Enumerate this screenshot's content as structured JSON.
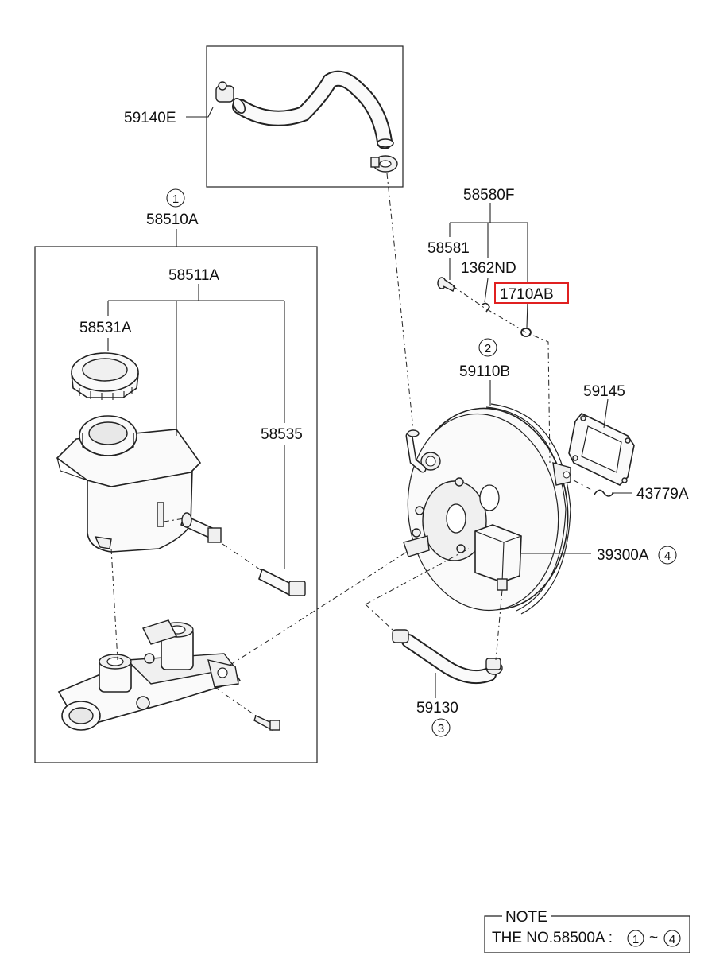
{
  "labels": {
    "p59140E": "59140E",
    "p58510A": "58510A",
    "p58511A": "58511A",
    "p58531A": "58531A",
    "p58535": "58535",
    "p58580F": "58580F",
    "p58581": "58581",
    "p1362ND": "1362ND",
    "p1710AB": "1710AB",
    "p59110B": "59110B",
    "p59145": "59145",
    "p43779A": "43779A",
    "p39300A": "39300A",
    "p59130": "59130"
  },
  "refs": {
    "r1": "1",
    "r2": "2",
    "r3": "3",
    "r4": "4"
  },
  "note": {
    "title": "NOTE",
    "text": "THE NO.58500A :",
    "range_start": "1",
    "tilde": "~",
    "range_end": "4"
  },
  "highlight": {
    "part": "1710AB",
    "color": "#e02020"
  }
}
